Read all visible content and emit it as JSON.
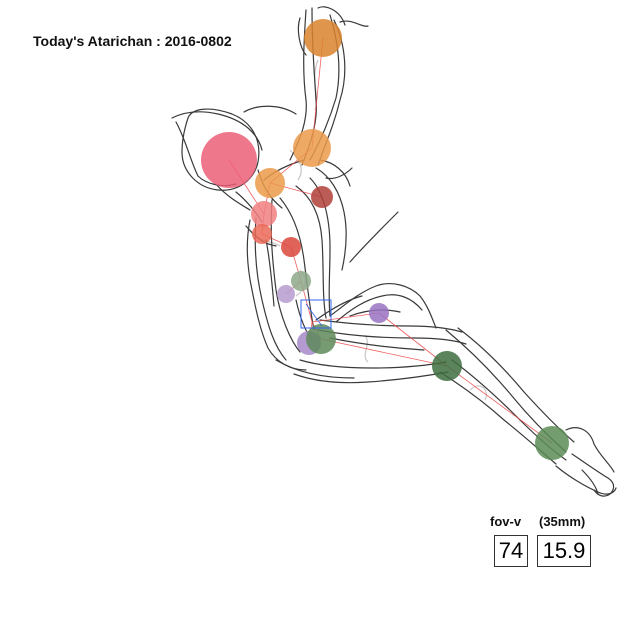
{
  "title": "Today's Atarichan : 2016-0802",
  "hud": {
    "fov_label": "fov-v",
    "focal_label": "(35mm)",
    "fov_value": "74",
    "focal_value": "15.9"
  },
  "colors": {
    "background": "#ffffff",
    "sketch_line": "#3a3a3a",
    "faint_line": "#c8c8c8",
    "bone_line": "#ee4444",
    "selection_box": "#3366ee"
  },
  "joints": [
    {
      "name": "left-hand",
      "color": "#d9822b"
    },
    {
      "name": "head",
      "color": "#ec5f78"
    },
    {
      "name": "left-elbow",
      "color": "#eb9a4a"
    },
    {
      "name": "left-shoulder",
      "color": "#eb9a4a"
    },
    {
      "name": "right-shoulder",
      "color": "#b04038"
    },
    {
      "name": "neck",
      "color": "#f07f80"
    },
    {
      "name": "chest",
      "color": "#eb6a58"
    },
    {
      "name": "spine",
      "color": "#d9483c"
    },
    {
      "name": "waist",
      "color": "#8ea88a"
    },
    {
      "name": "right-hip-small",
      "color": "#b69ccf"
    },
    {
      "name": "left-hip",
      "color": "#9a72c2"
    },
    {
      "name": "right-hip",
      "color": "#a68ac9"
    },
    {
      "name": "pelvis",
      "color": "#5e8a5a"
    },
    {
      "name": "knee",
      "color": "#406e40"
    },
    {
      "name": "ankle",
      "color": "#5a8c56"
    }
  ]
}
